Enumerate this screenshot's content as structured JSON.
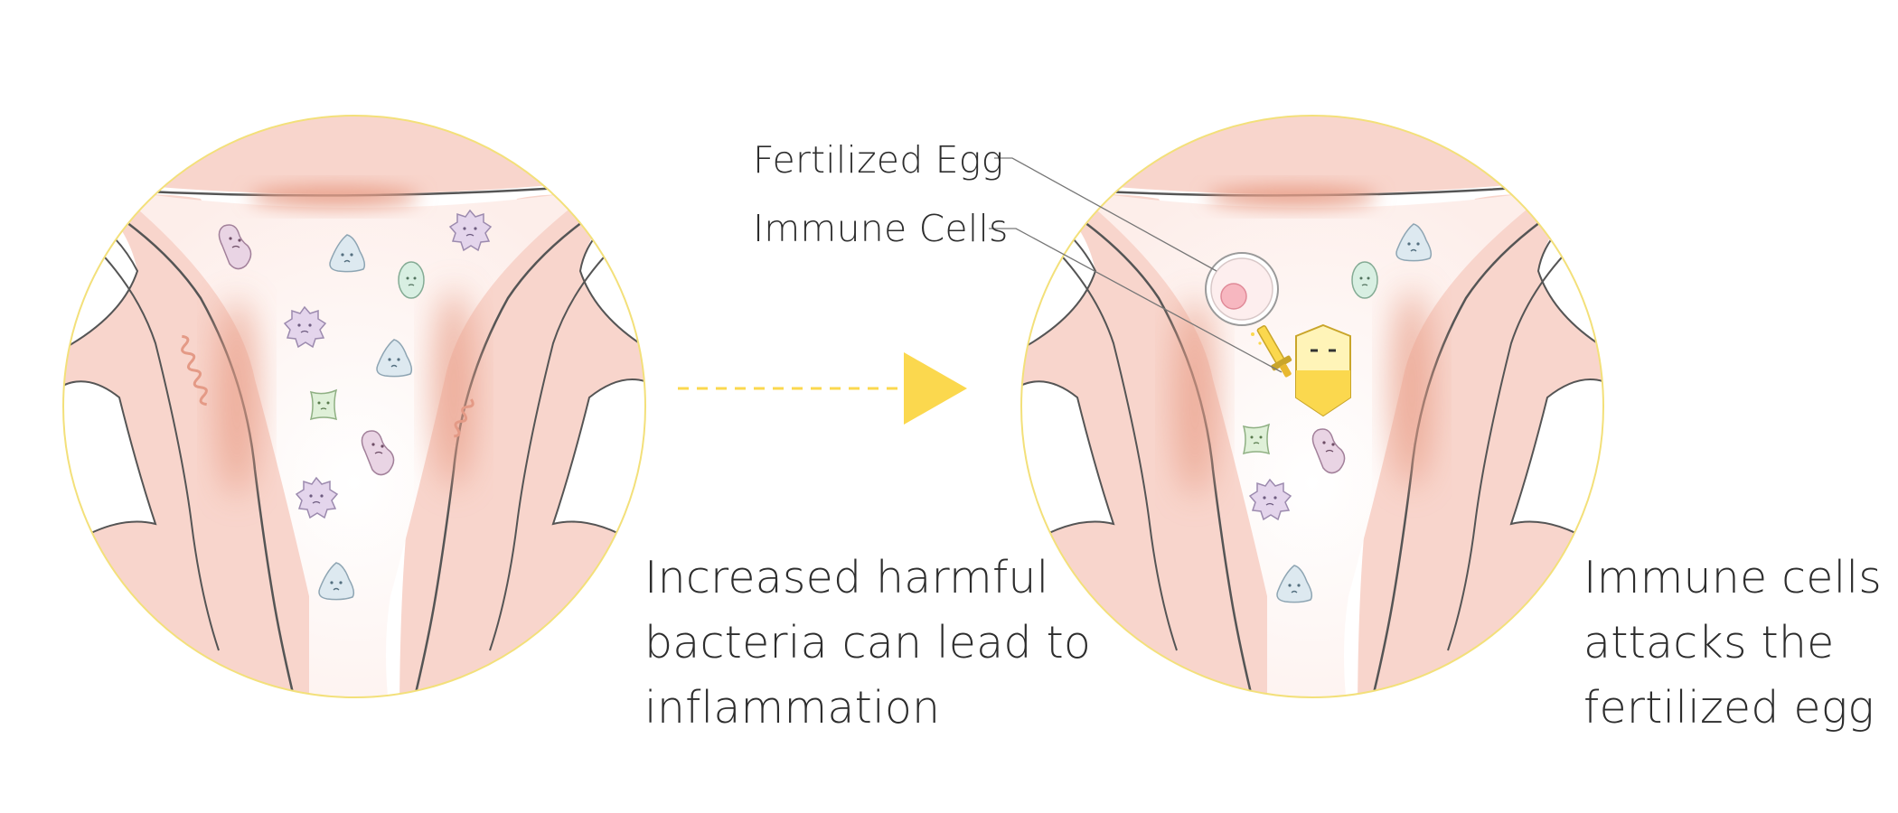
{
  "callouts": {
    "fertilized_egg": "Fertilized Egg",
    "immune_cells": "Immune Cells"
  },
  "captions": {
    "left": [
      "Increased harmful",
      "bacteria can lead to",
      "inflammation"
    ],
    "right": [
      "Immune cells",
      "attacks the",
      "fertilized egg"
    ]
  },
  "colors": {
    "tissue": "#f8d5cc",
    "inflammation": "#e9a08a",
    "outline": "#555555",
    "circle_border": "#f3e07a",
    "arrow": "#fbd84e",
    "immune_cell": "#fbd84e",
    "bacteria_purple": "#e4d5ec",
    "bacteria_blue": "#dde9f0",
    "bacteria_green": "#dff0d8"
  },
  "icons": [
    "uterus-diagram",
    "bacteria-icon",
    "immune-cell-icon",
    "sword-icon",
    "fertilized-egg-icon",
    "arrow-right-icon"
  ]
}
